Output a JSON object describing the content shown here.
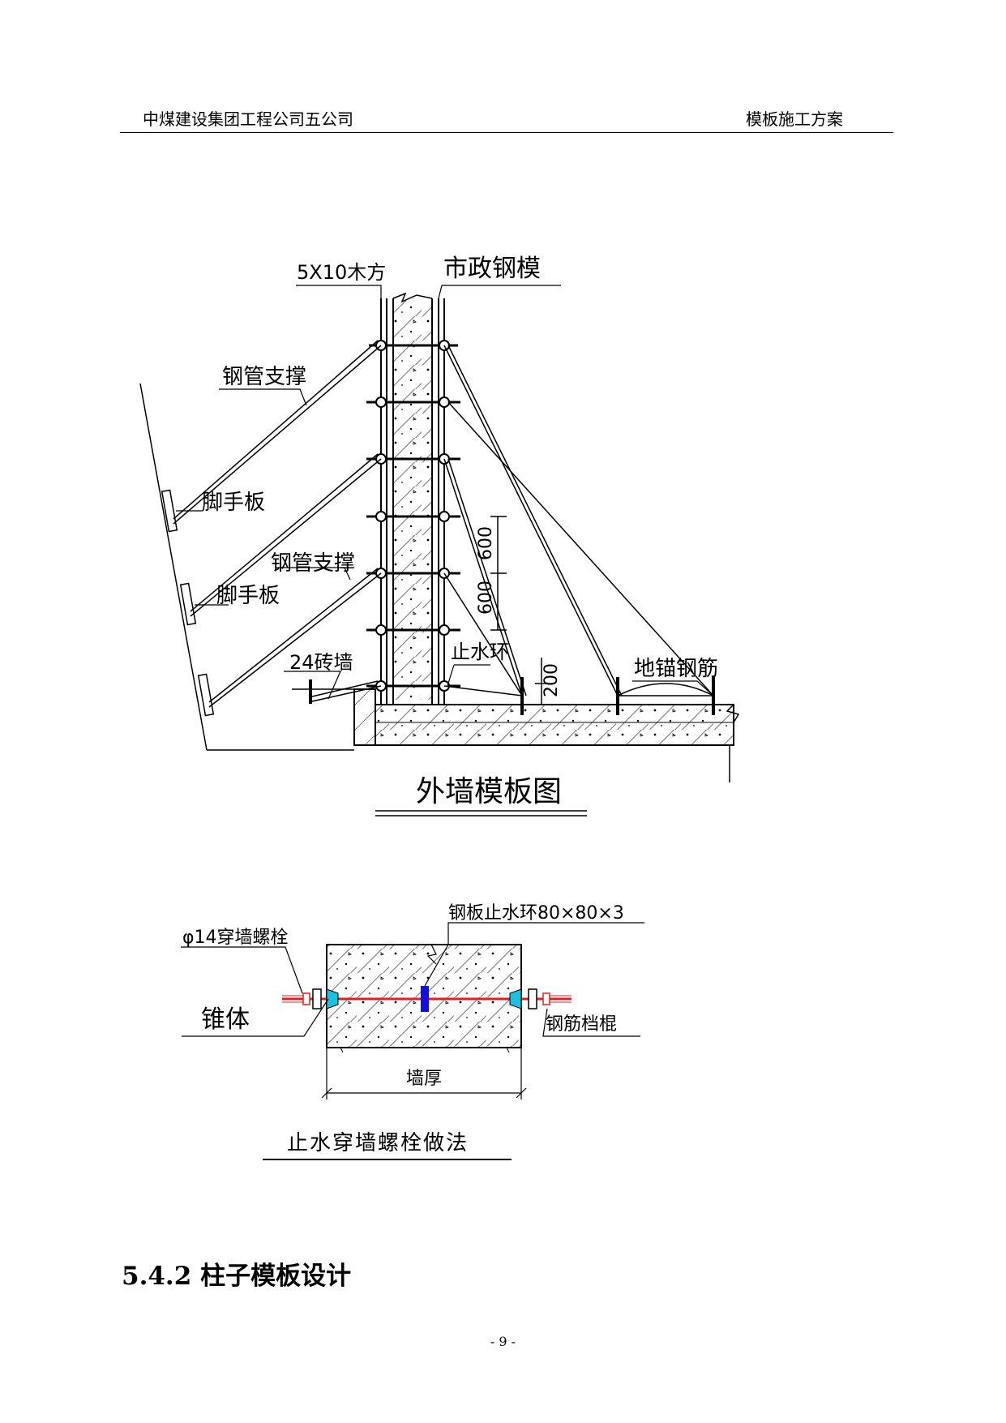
{
  "header": {
    "company": "中煤建设集团工程公司五公司",
    "doc_title": "模板施工方案"
  },
  "figure1": {
    "title": "外墙模板图",
    "labels": {
      "timber": "5X10木方",
      "steel_mold": "市政钢模",
      "pipe_support_1": "钢管支撑",
      "scaffold_board_1": "脚手板",
      "pipe_support_2": "钢管支撑",
      "scaffold_board_2": "脚手板",
      "brick_wall": "24砖墙",
      "water_stop_ring": "止水环",
      "ground_anchor": "地锚钢筋",
      "dim_600_a": "600",
      "dim_600_b": "600",
      "dim_200": "200"
    }
  },
  "figure2": {
    "title": "止水穿墙螺栓做法",
    "labels": {
      "plate_ring": "钢板止水环80×80×3",
      "bolt": "φ14穿墙螺栓",
      "cone": "锥体",
      "rebar_stop": "钢筋档棍",
      "wall_thickness": "墙厚"
    },
    "colors": {
      "bolt": "#e02020",
      "cone": "#19c3e0",
      "ring": "#1010e0"
    }
  },
  "section_heading": "5.4.2 柱子模板设计",
  "page_number": "- 9 -"
}
